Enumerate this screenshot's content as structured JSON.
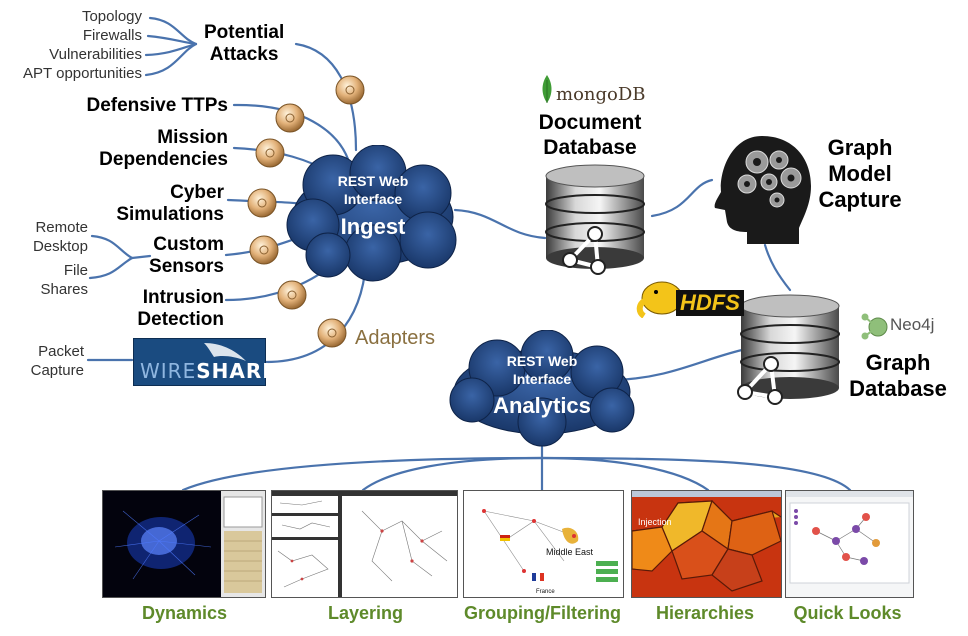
{
  "attacks": {
    "sources": [
      "Topology",
      "Firewalls",
      "Vulnerabilities",
      "APT opportunities"
    ],
    "title_line1": "Potential",
    "title_line2": "Attacks"
  },
  "inputs": {
    "defensive": "Defensive TTPs",
    "mission_1": "Mission",
    "mission_2": "Dependencies",
    "cyber_1": "Cyber",
    "cyber_2": "Simulations",
    "custom_1": "Custom",
    "custom_2": "Sensors",
    "intrusion_1": "Intrusion",
    "intrusion_2": "Detection",
    "remote_1": "Remote",
    "remote_2": "Desktop",
    "file_1": "File",
    "file_2": "Shares",
    "packet_1": "Packet",
    "packet_2": "Capture",
    "wireshark_a": "WIRE",
    "wireshark_b": "SHARK"
  },
  "ingest": {
    "line1": "REST Web",
    "line2": "Interface",
    "title": "Ingest"
  },
  "adapters": "Adapters",
  "docdb": {
    "brand": "mongoDB",
    "line1": "Document",
    "line2": "Database"
  },
  "capture": {
    "line1": "Graph",
    "line2": "Model",
    "line3": "Capture"
  },
  "hdfs": "HDFS",
  "graphdb": {
    "brand": "Neo4j",
    "line1": "Graph",
    "line2": "Database"
  },
  "analytics": {
    "line1": "REST Web",
    "line2": "Interface",
    "title": "Analytics"
  },
  "views": [
    "Dynamics",
    "Layering",
    "Grouping/Filtering",
    "Hierarchies",
    "Quick Looks"
  ],
  "thumb_text": {
    "injection": "Injection",
    "middle_east": "Middle East",
    "france": "France"
  },
  "colors": {
    "cloud": "#1d3f78",
    "connector": "#4a73ad",
    "label_green": "#5e8a2a",
    "adapter_text": "#8a7040"
  }
}
